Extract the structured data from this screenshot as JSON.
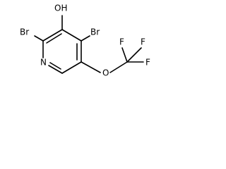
{
  "molecule": {
    "atoms": {
      "hydroxyl": "OH",
      "bromine_left": "Br",
      "bromine_right": "Br",
      "nitrogen": "N",
      "ether_oxygen": "O",
      "fluorine_top_left": "F",
      "fluorine_top_right": "F",
      "fluorine_right": "F"
    }
  }
}
